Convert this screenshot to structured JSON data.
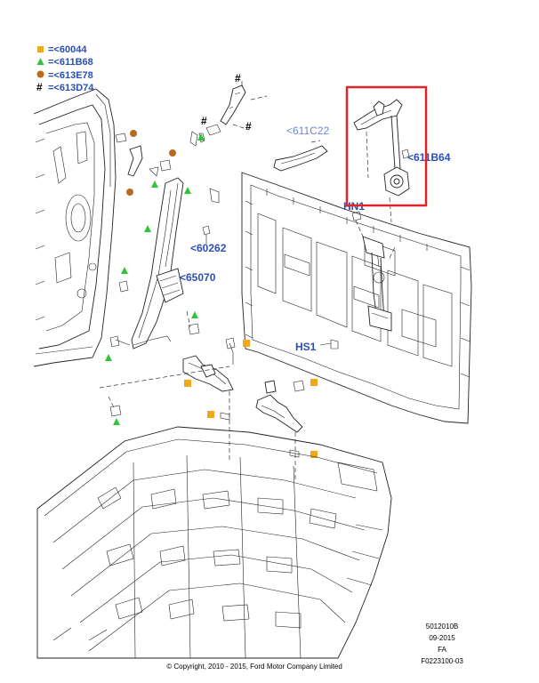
{
  "legend": [
    {
      "symbol": "square",
      "color": "#f3a81c",
      "text": "=<60044"
    },
    {
      "symbol": "triangle",
      "color": "#2fc43a",
      "text": "=<611B68"
    },
    {
      "symbol": "circle",
      "color": "#b86b1e",
      "text": "=<613E78"
    },
    {
      "symbol": "hash",
      "color": "#000000",
      "text": "=<613D74",
      "glyph": "#"
    }
  ],
  "callouts": {
    "c611c22": "<611C22",
    "c611b64": "<611B64",
    "hn1": "HN1",
    "c60262": "<60262",
    "c65070": "<65070",
    "hs1": "HS1"
  },
  "hash_marker": "#",
  "info": {
    "line1": "5012010B",
    "line2": "09-2015",
    "line3": "FA",
    "line4": "F0223100-03"
  },
  "copyright": "© Copyright, 2010 - 2015, Ford Motor Company Limited",
  "colors": {
    "label_blue": "#2b4fb3",
    "highlight_red": "#e0242a",
    "square": "#f3a81c",
    "triangle": "#2fc43a",
    "circle": "#b86b1e"
  }
}
